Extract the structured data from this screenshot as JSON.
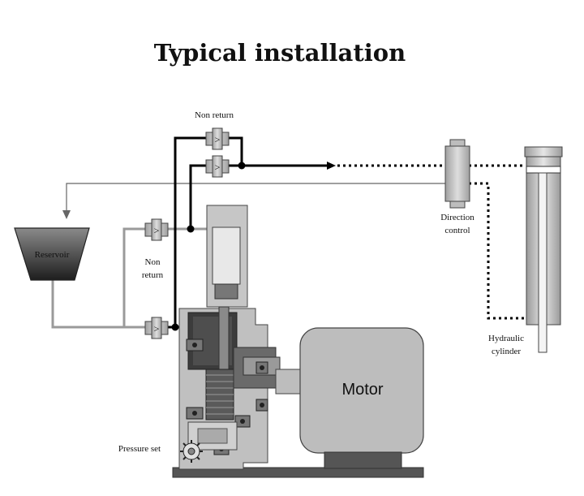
{
  "title": "Typical installation",
  "labels": {
    "non_return_top": "Non return",
    "non_return_left_line1": "Non",
    "non_return_left_line2": "return",
    "reservoir": "Reservoir",
    "direction_line1": "Direction",
    "direction_line2": "control",
    "hydraulic_line1": "Hydraulic",
    "hydraulic_line2": "cylinder",
    "motor": "Motor",
    "pressure_set": "Pressure set",
    "valve_symbol": ">"
  },
  "colors": {
    "pressure_line": "#000000",
    "return_line": "#999999",
    "machine_fill": "#c8c8c8",
    "motor_fill": "#bdbdbd",
    "base_fill": "#555555"
  }
}
